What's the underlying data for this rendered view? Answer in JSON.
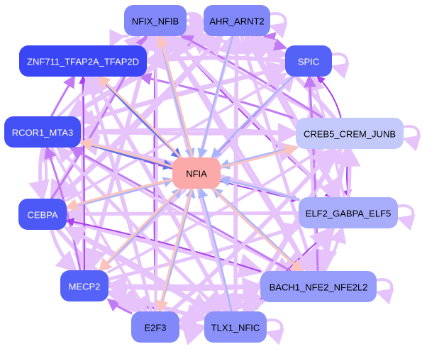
{
  "graph": {
    "type": "directed-network",
    "center_node": "NFIA",
    "nodes": [
      {
        "id": "NFIX_NFIB",
        "label": "NFIX_NFIB",
        "fill": "#8088fa",
        "text": "#000000"
      },
      {
        "id": "AHR_ARNT2",
        "label": "AHR_ARNT2",
        "fill": "#8088fa",
        "text": "#000000"
      },
      {
        "id": "ZNF711_TFAP2A_TFAP2D",
        "label": "ZNF711_TFAP2A_TFAP2D",
        "fill": "#3a46f5",
        "text": "#ffffff"
      },
      {
        "id": "SPIC",
        "label": "SPIC",
        "fill": "#5562f7",
        "text": "#ffffff"
      },
      {
        "id": "RCOR1_MTA3",
        "label": "RCOR1_MTA3",
        "fill": "#4350f6",
        "text": "#ffffff"
      },
      {
        "id": "CREB5_CREM_JUNB",
        "label": "CREB5_CREM_JUNB",
        "fill": "#c4c9fc",
        "text": "#000000"
      },
      {
        "id": "NFIA",
        "label": "NFIA",
        "fill": "#fba9a9",
        "text": "#000000"
      },
      {
        "id": "CEBPA",
        "label": "CEBPA",
        "fill": "#4c59f6",
        "text": "#ffffff"
      },
      {
        "id": "ELF2_GABPA_ELF5",
        "label": "ELF2_GABPA_ELF5",
        "fill": "#a7adfb",
        "text": "#000000"
      },
      {
        "id": "MECP2",
        "label": "MECP2",
        "fill": "#5562f7",
        "text": "#ffffff"
      },
      {
        "id": "BACH1_NFE2_NFE2L2",
        "label": "BACH1_NFE2_NFE2L2",
        "fill": "#959cfa",
        "text": "#000000"
      },
      {
        "id": "E2F3",
        "label": "E2F3",
        "fill": "#8088fa",
        "text": "#000000"
      },
      {
        "id": "TLX1_NFIC",
        "label": "TLX1_NFIC",
        "fill": "#8a92fa",
        "text": "#000000"
      }
    ],
    "edge_colors": {
      "default": "#e6c4fb",
      "strong": "#c27af5",
      "dark": "#a93ff0",
      "to_center": "#aab6fb",
      "to_center_dark": "#5c74f0",
      "from_center": "#fcc4bc"
    },
    "self_loops": [
      "NFIX_NFIB",
      "AHR_ARNT2",
      "SPIC",
      "CREB5_CREM_JUNB",
      "ELF2_GABPA_ELF5",
      "BACH1_NFE2_NFE2L2",
      "TLX1_NFIC"
    ]
  }
}
